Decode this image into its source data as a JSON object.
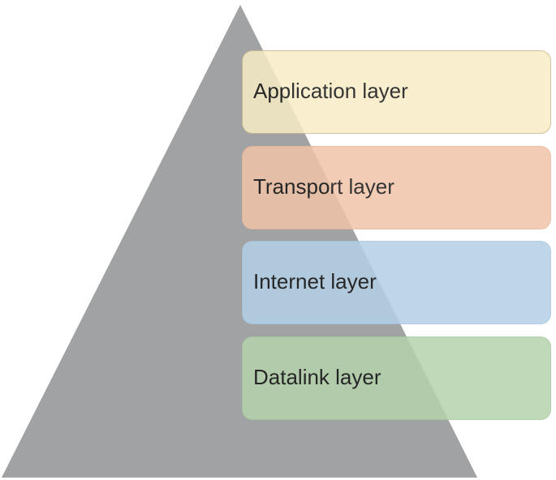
{
  "diagram": {
    "layers": [
      {
        "label": "Application layer",
        "fill": "#f8ecc6",
        "border": "#c9b98e"
      },
      {
        "label": "Transport layer",
        "fill": "#f2c4a9",
        "border": "#e8b69a"
      },
      {
        "label": "Internet layer",
        "fill": "#b4d0e7",
        "border": "#a8c6df"
      },
      {
        "label": "Datalink layer",
        "fill": "#b4d3ad",
        "border": "#a7c8a0"
      }
    ],
    "pyramid_color": "#a0a2a3"
  }
}
